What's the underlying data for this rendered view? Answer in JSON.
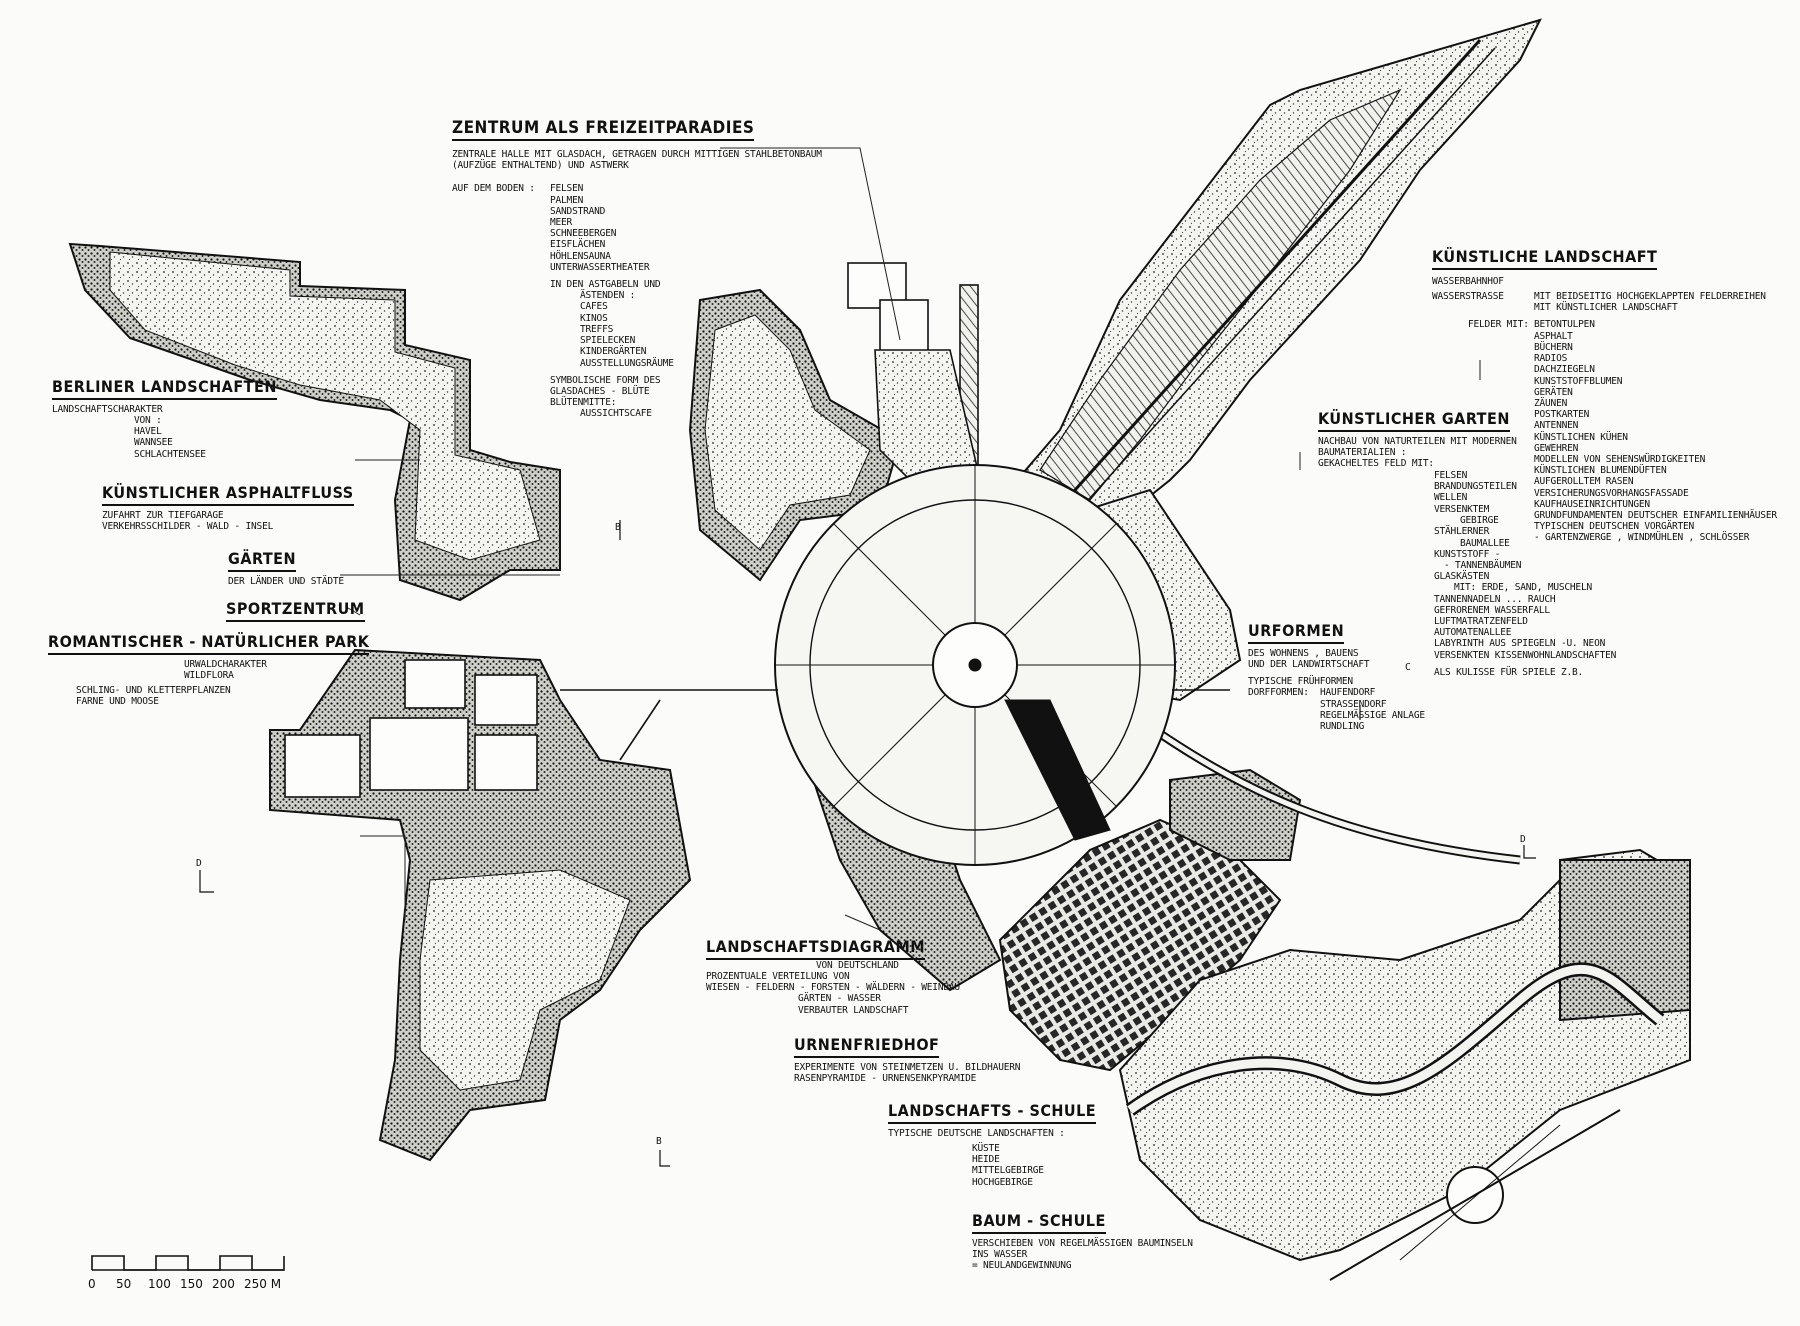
{
  "labels": {
    "zentrum": {
      "title": "ZENTRUM  ALS  FREIZEITPARADIES",
      "desc1": "ZENTRALE HALLE MIT GLASDACH, GETRAGEN DURCH MITTIGEN STAHLBETONBAUM",
      "desc2": "(AUFZÜGE ENTHALTEND) UND ASTWERK",
      "boden_key": "AUF  DEM BODEN :",
      "boden_items": [
        "FELSEN",
        "PALMEN",
        "SANDSTRAND",
        "MEER",
        "SCHNEEBERGEN",
        "EISFLÄCHEN",
        "HÖHLENSAUNA",
        "UNTERWASSERTHEATER"
      ],
      "ast1": "IN DEN ASTGABELN UND",
      "ast2": "ÄSTENDEN :",
      "ast_items": [
        "CAFES",
        "KINOS",
        "TREFFS",
        "SPIELECKEN",
        "KINDERGÄRTEN",
        "AUSSTELLUNGSRÄUME"
      ],
      "sym1": "SYMBOLISCHE FORM DES",
      "sym2": "GLASDACHES - BLÜTE",
      "sym3": "BLÜTENMITTE:",
      "sym4": "AUSSICHTSCAFE"
    },
    "berliner": {
      "title": "BERLINER LANDSCHAFTEN",
      "l1": "LANDSCHAFTSCHARAKTER",
      "l2": "VON :",
      "items": [
        "HAVEL",
        "WANNSEE",
        "SCHLACHTENSEE"
      ]
    },
    "asphalt": {
      "title": "KÜNSTLICHER  ASPHALTFLUSS",
      "l1": "ZUFAHRT ZUR TIEFGARAGE",
      "l2": "VERKEHRSSCHILDER - WALD - INSEL"
    },
    "gaerten": {
      "title": "GÄRTEN",
      "l1": "DER LÄNDER UND STÄDTE"
    },
    "sport": {
      "title": "SPORTZENTRUM"
    },
    "romantisch": {
      "title": "ROMANTISCHER - NATÜRLICHER  PARK",
      "l1": "URWALDCHARAKTER",
      "l2": "WILDFLORA",
      "l3": "SCHLING-  UND  KLETTERPFLANZEN",
      "l4": "FARNE  UND  MOOSE"
    },
    "kuenstliche_landschaft": {
      "title": "KÜNSTLICHE  LANDSCHAFT",
      "l1": "WASSERBAHNHOF",
      "l2k": "WASSERSTRASSE",
      "l2v": "MIT BEIDSEITIG HOCHGEKLAPPTEN FELDERREIHEN",
      "l3v": "MIT KÜNSTLICHER LANDSCHAFT",
      "felder_key": "FELDER MIT:",
      "items": [
        "BETONTULPEN",
        "ASPHALT",
        "BÜCHERN",
        "RADIOS",
        "DACHZIEGELN",
        "KUNSTSTOFFBLUMEN",
        "GERÄTEN",
        "ZÄUNEN",
        "POSTKARTEN",
        "ANTENNEN",
        "KÜNSTLICHEN KÜHEN",
        "GEWEHREN",
        "MODELLEN VON SEHENSWÜRDIGKEITEN",
        "KÜNSTLICHEN BLUMENDÜFTEN",
        "AUFGEROLLTEM RASEN",
        "VERSICHERUNGSVORHANGSFASSADE",
        "KAUFHAUSEINRICHTUNGEN",
        "GRUNDFUNDAMENTEN DEUTSCHER EINFAMILIENHÄUSER",
        "TYPISCHEN DEUTSCHEN VORGÄRTEN",
        "- GARTENZWERGE , WINDMÜHLEN , SCHLÖSSER"
      ]
    },
    "garten": {
      "title": "KÜNSTLICHER  GARTEN",
      "l1": "NACHBAU VON NATURTEILEN MIT MODERNEN",
      "l2": "BAUMATERIALIEN :",
      "l3": "GEKACHELTES FELD MIT:",
      "rows": [
        [
          "",
          "FELSEN"
        ],
        [
          "",
          "BRANDUNGSTEILEN"
        ],
        [
          "",
          "WELLEN"
        ],
        [
          "VERSENKTEM",
          ""
        ],
        [
          "  GEBIRGE",
          ""
        ],
        [
          "STÄHLERNER",
          ""
        ],
        [
          "  BAUMALLEE",
          ""
        ],
        [
          "KUNSTSTOFF -",
          ""
        ],
        [
          "  - TANNENBÄUMEN",
          ""
        ],
        [
          "GLASKÄSTEN",
          ""
        ],
        [
          "  MIT: ERDE, SAND, MUSCHELN",
          ""
        ],
        [
          "TANNENNADELN ... RAUCH",
          ""
        ],
        [
          "GEFRORENEM  WASSERFALL",
          ""
        ],
        [
          "LUFTMATRATZENFELD",
          ""
        ],
        [
          "AUTOMATENALLEE",
          ""
        ],
        [
          "LABYRINTH AUS SPIEGELN -U. NEON",
          ""
        ],
        [
          "VERSENKTEN  KISSENWOHNLANDSCHAFTEN",
          ""
        ]
      ],
      "kulisse": "ALS KULISSE FÜR SPIELE  Z.B."
    },
    "urformen": {
      "title": "URFORMEN",
      "l1": "DES WOHNENS , BAUENS",
      "l2": "UND DER LANDWIRTSCHAFT",
      "l3": "TYPISCHE FRÜHFORMEN",
      "dorf_key": "DORFFORMEN:",
      "dorf": [
        "HAUFENDORF",
        "STRASSENDORF",
        "REGELMÄSSIGE ANLAGE",
        "RUNDLING"
      ]
    },
    "diagramm": {
      "title": "LANDSCHAFTSDIAGRAMM",
      "l1": "VON  DEUTSCHLAND",
      "l2": "PROZENTUALE  VERTEILUNG  VON",
      "l3": "WIESEN - FELDERN - FORSTEN - WÄLDERN - WEINBAU",
      "l4": "GÄRTEN - WASSER",
      "l5": "VERBAUTER  LANDSCHAFT"
    },
    "urnen": {
      "title": "URNENFRIEDHOF",
      "l1": "EXPERIMENTE VON STEINMETZEN U. BILDHAUERN",
      "l2": "RASENPYRAMIDE - URNENSENKPYRAMIDE"
    },
    "schule": {
      "title": "LANDSCHAFTS - SCHULE",
      "l1": "TYPISCHE DEUTSCHE LANDSCHAFTEN :",
      "items": [
        "KÜSTE",
        "HEIDE",
        "MITTELGEBIRGE",
        "HOCHGEBIRGE"
      ]
    },
    "baum": {
      "title": "BAUM - SCHULE",
      "l1": "VERSCHIEBEN VON REGELMÄSSIGEN BAUMINSELN",
      "l2": "INS  WASSER",
      "l3": "= NEULANDGEWINNUNG"
    },
    "marks": {
      "b": "B",
      "c": "C",
      "d": "D"
    }
  },
  "scale": {
    "ticks": [
      "0",
      "50",
      "100",
      "150",
      "200",
      "250  M"
    ]
  },
  "colors": {
    "ink": "#111111",
    "paper": "#fbfbf9",
    "wash": "#ebebe7"
  }
}
